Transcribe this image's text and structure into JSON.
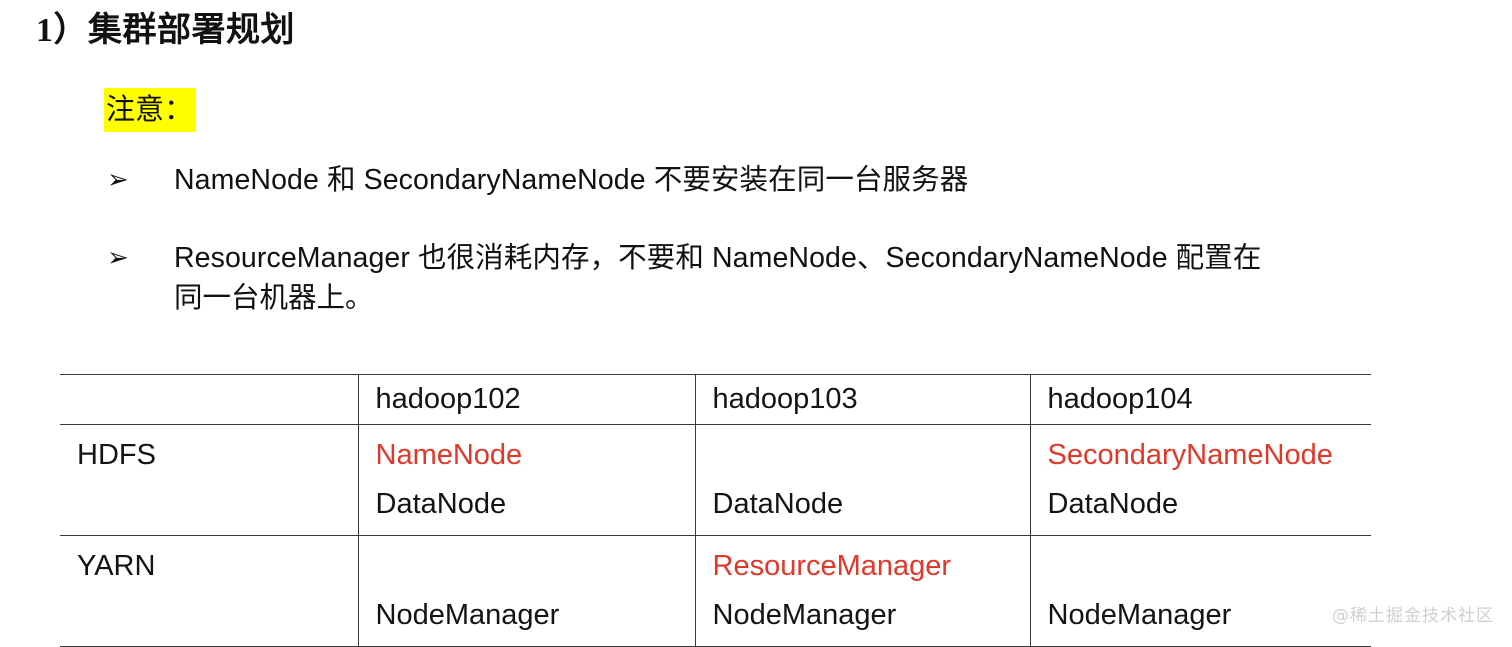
{
  "page": {
    "title": "1）集群部署规划",
    "note": {
      "label": "注意：",
      "highlight_color": "#ffff00"
    },
    "bullets": [
      {
        "marker": "➢",
        "lines": [
          "NameNode 和 SecondaryNameNode 不要安装在同一台服务器"
        ]
      },
      {
        "marker": "➢",
        "lines": [
          "ResourceManager 也很消耗内存，不要和 NameNode、SecondaryNameNode 配置在",
          "同一台机器上。"
        ]
      }
    ],
    "watermark": "@稀土掘金技术社区"
  },
  "table": {
    "accent_red": "#e0392a",
    "border_color": "#3a3a3a",
    "headers": [
      "",
      "hadoop102",
      "hadoop103",
      "hadoop104"
    ],
    "rows": [
      {
        "label": "HDFS",
        "cells": [
          [
            {
              "text": "NameNode",
              "red": true
            },
            {
              "text": "DataNode",
              "red": false
            }
          ],
          [
            {
              "text": "",
              "red": false
            },
            {
              "text": "DataNode",
              "red": false
            }
          ],
          [
            {
              "text": "SecondaryNameNode",
              "red": true
            },
            {
              "text": "DataNode",
              "red": false
            }
          ]
        ]
      },
      {
        "label": "YARN",
        "cells": [
          [
            {
              "text": "",
              "red": false
            },
            {
              "text": "NodeManager",
              "red": false
            }
          ],
          [
            {
              "text": "ResourceManager",
              "red": true
            },
            {
              "text": "NodeManager",
              "red": false
            }
          ],
          [
            {
              "text": "",
              "red": false
            },
            {
              "text": "NodeManager",
              "red": false
            }
          ]
        ]
      }
    ]
  }
}
